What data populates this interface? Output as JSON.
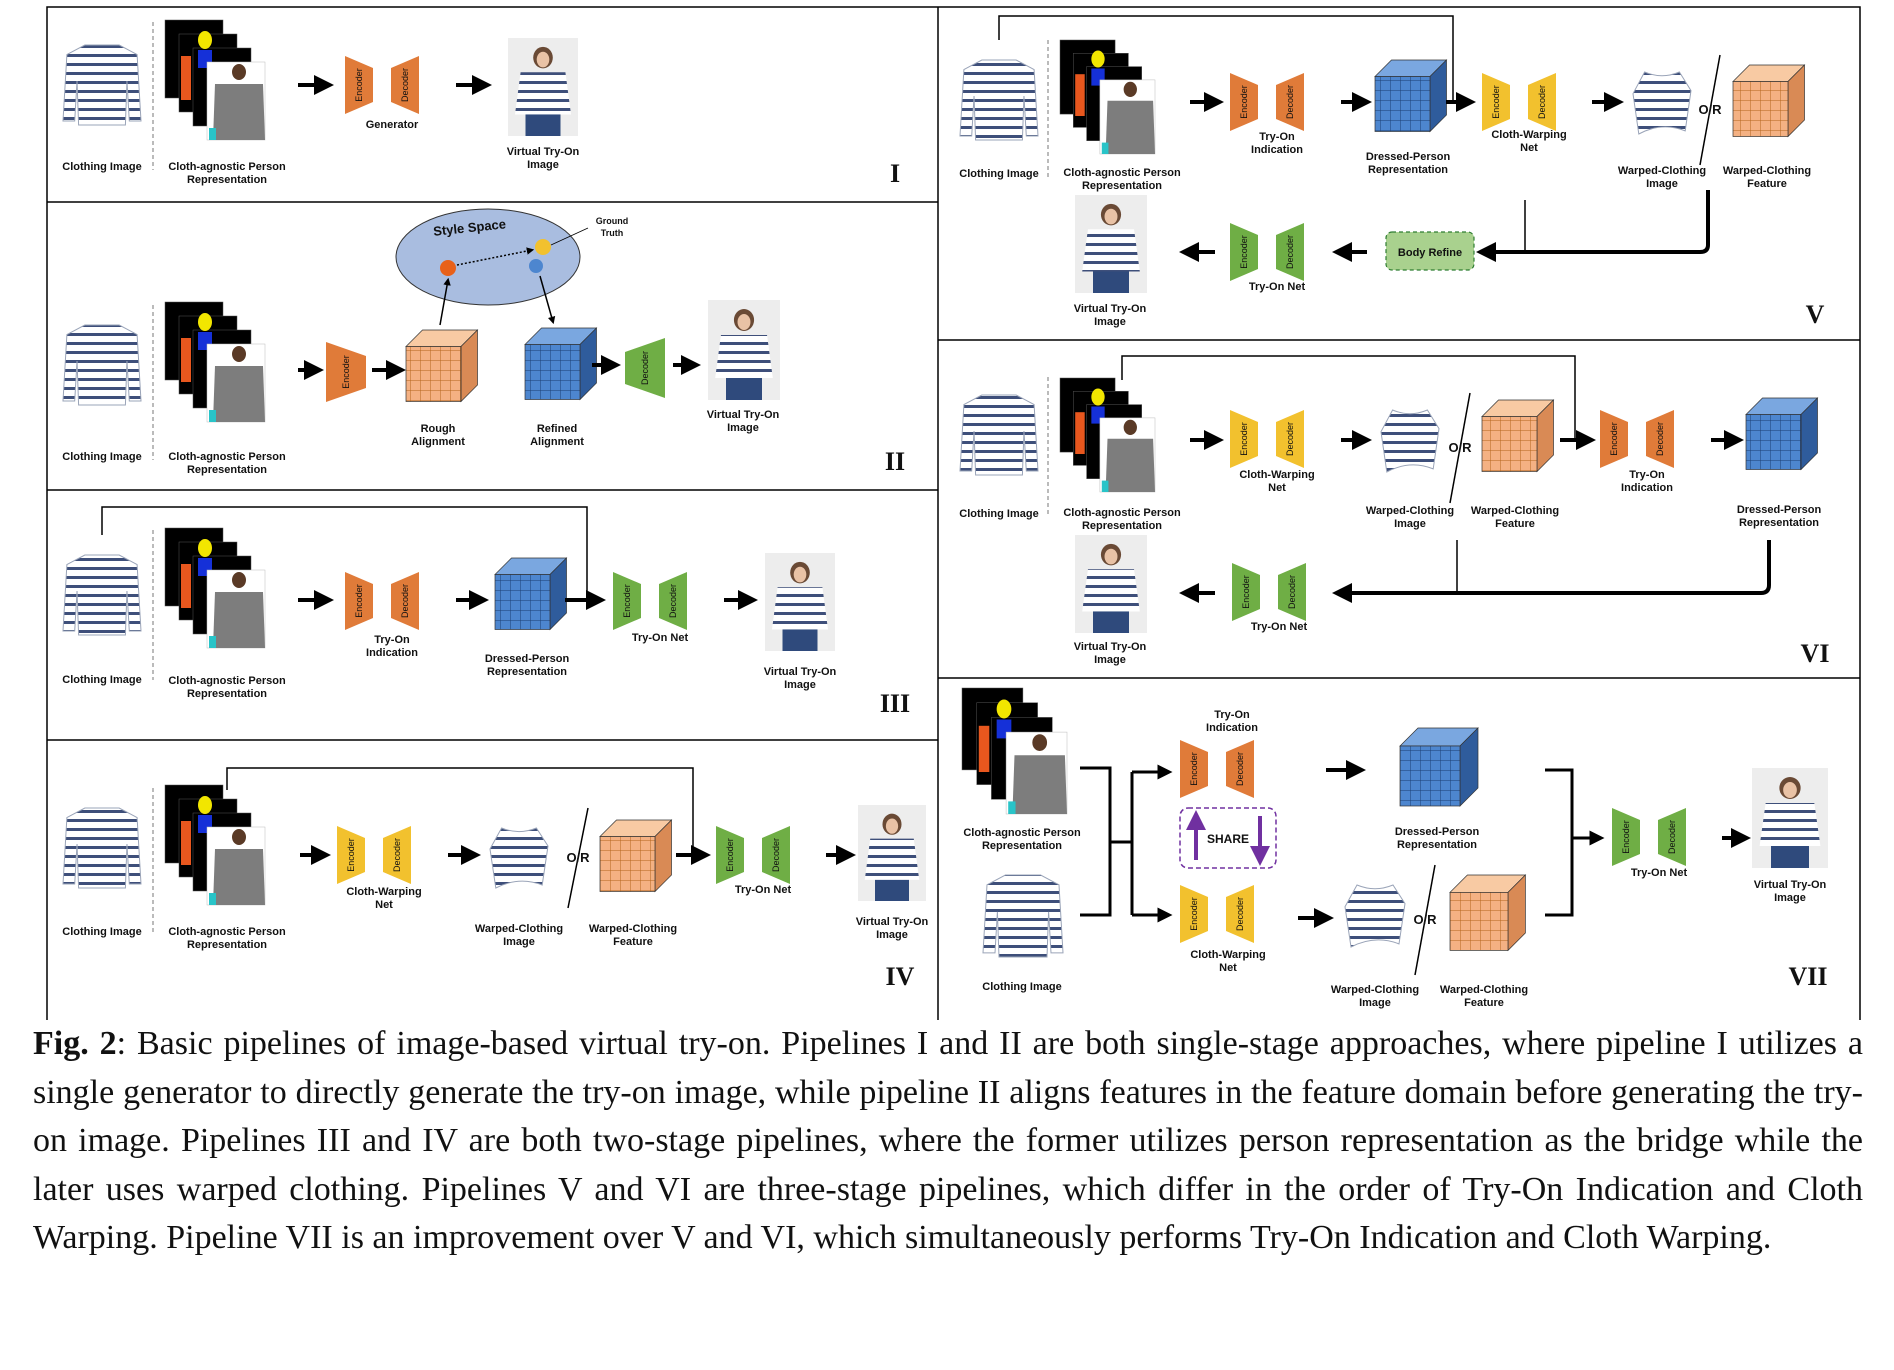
{
  "colors": {
    "encoder_orange": "#e07b39",
    "encoder_yellow": "#f2c12e",
    "encoder_green": "#6fae45",
    "cube_blue": "#4d86cf",
    "cube_peach": "#f4b183",
    "style_space": "#a9bde0",
    "body_refine": "#a9d18e",
    "share_purple": "#7030a0"
  },
  "common": {
    "encoder": "Encoder",
    "decoder": "Decoder",
    "clothing_image": "Clothing Image",
    "cap_line1": "Cloth-agnostic Person",
    "cap_line2": "Representation",
    "vto_line1": "Virtual Try-On",
    "vto_line2": "Image",
    "or": "O/R",
    "dressed_line1": "Dressed-Person",
    "dressed_line2": "Representation",
    "warped_img_line1": "Warped-Clothing",
    "warped_img_line2": "Image",
    "warped_feat_line1": "Warped-Clothing",
    "warped_feat_line2": "Feature",
    "tryon_ind_line1": "Try-On",
    "tryon_ind_line2": "Indication",
    "cwn_line1": "Cloth-Warping",
    "cwn_line2": "Net",
    "tryon_net": "Try-On Net"
  },
  "panels": {
    "p1": {
      "numeral": "I",
      "generator": "Generator"
    },
    "p2": {
      "numeral": "II",
      "style_space": "Style Space",
      "ground_truth_1": "Ground",
      "ground_truth_2": "Truth",
      "rough_1": "Rough",
      "rough_2": "Alignment",
      "refined_1": "Refined",
      "refined_2": "Alignment"
    },
    "p3": {
      "numeral": "III"
    },
    "p4": {
      "numeral": "IV"
    },
    "p5": {
      "numeral": "V",
      "body_refine": "Body Refine"
    },
    "p6": {
      "numeral": "VI"
    },
    "p7": {
      "numeral": "VII",
      "share": "SHARE"
    }
  },
  "caption": {
    "fig_label": "Fig. 2",
    "text": ": Basic pipelines of image-based virtual try-on. Pipelines I and II are both single-stage approaches, where pipeline I utilizes a single generator to directly generate the try-on image, while pipeline II aligns features in the feature domain before generating the try-on image. Pipelines III and IV are both two-stage pipelines, where the former utilizes person representation as the bridge while the later uses warped clothing. Pipelines V and VI are three-stage pipelines, which differ in the order of Try-On Indication and Cloth Warping. Pipeline VII is an improvement over V and VI, which simultaneously performs Try-On Indication and Cloth Warping."
  }
}
